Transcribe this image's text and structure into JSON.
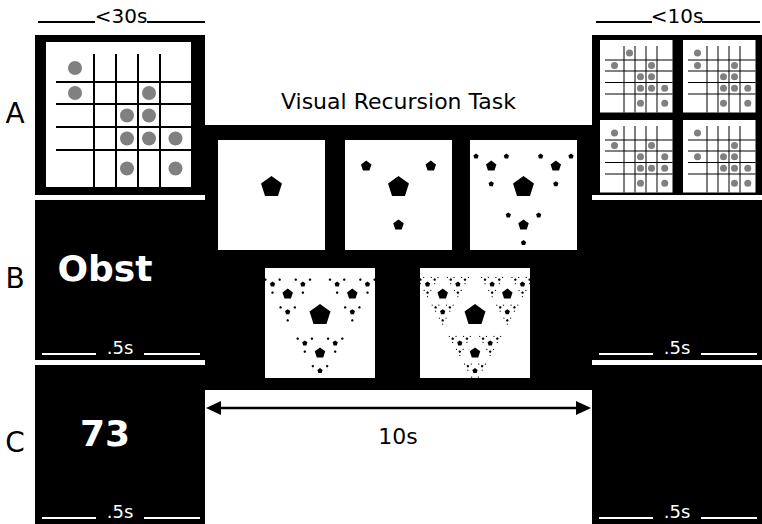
{
  "diagram": {
    "nodes": [
      {
        "text": [
          "Obst",
          ".5s"
        ]
      },
      {
        "text": [
          "73",
          ".5s"
        ]
      },
      {
        "text": [
          "Visual Recursion Task"
        ]
      },
      {
        "text": [
          ".5s"
        ]
      },
      {
        "text": [
          ".5s"
        ]
      }
    ],
    "labels": [
      "<30s",
      "<10s",
      "A",
      "B",
      "C",
      "10s"
    ]
  }
}
